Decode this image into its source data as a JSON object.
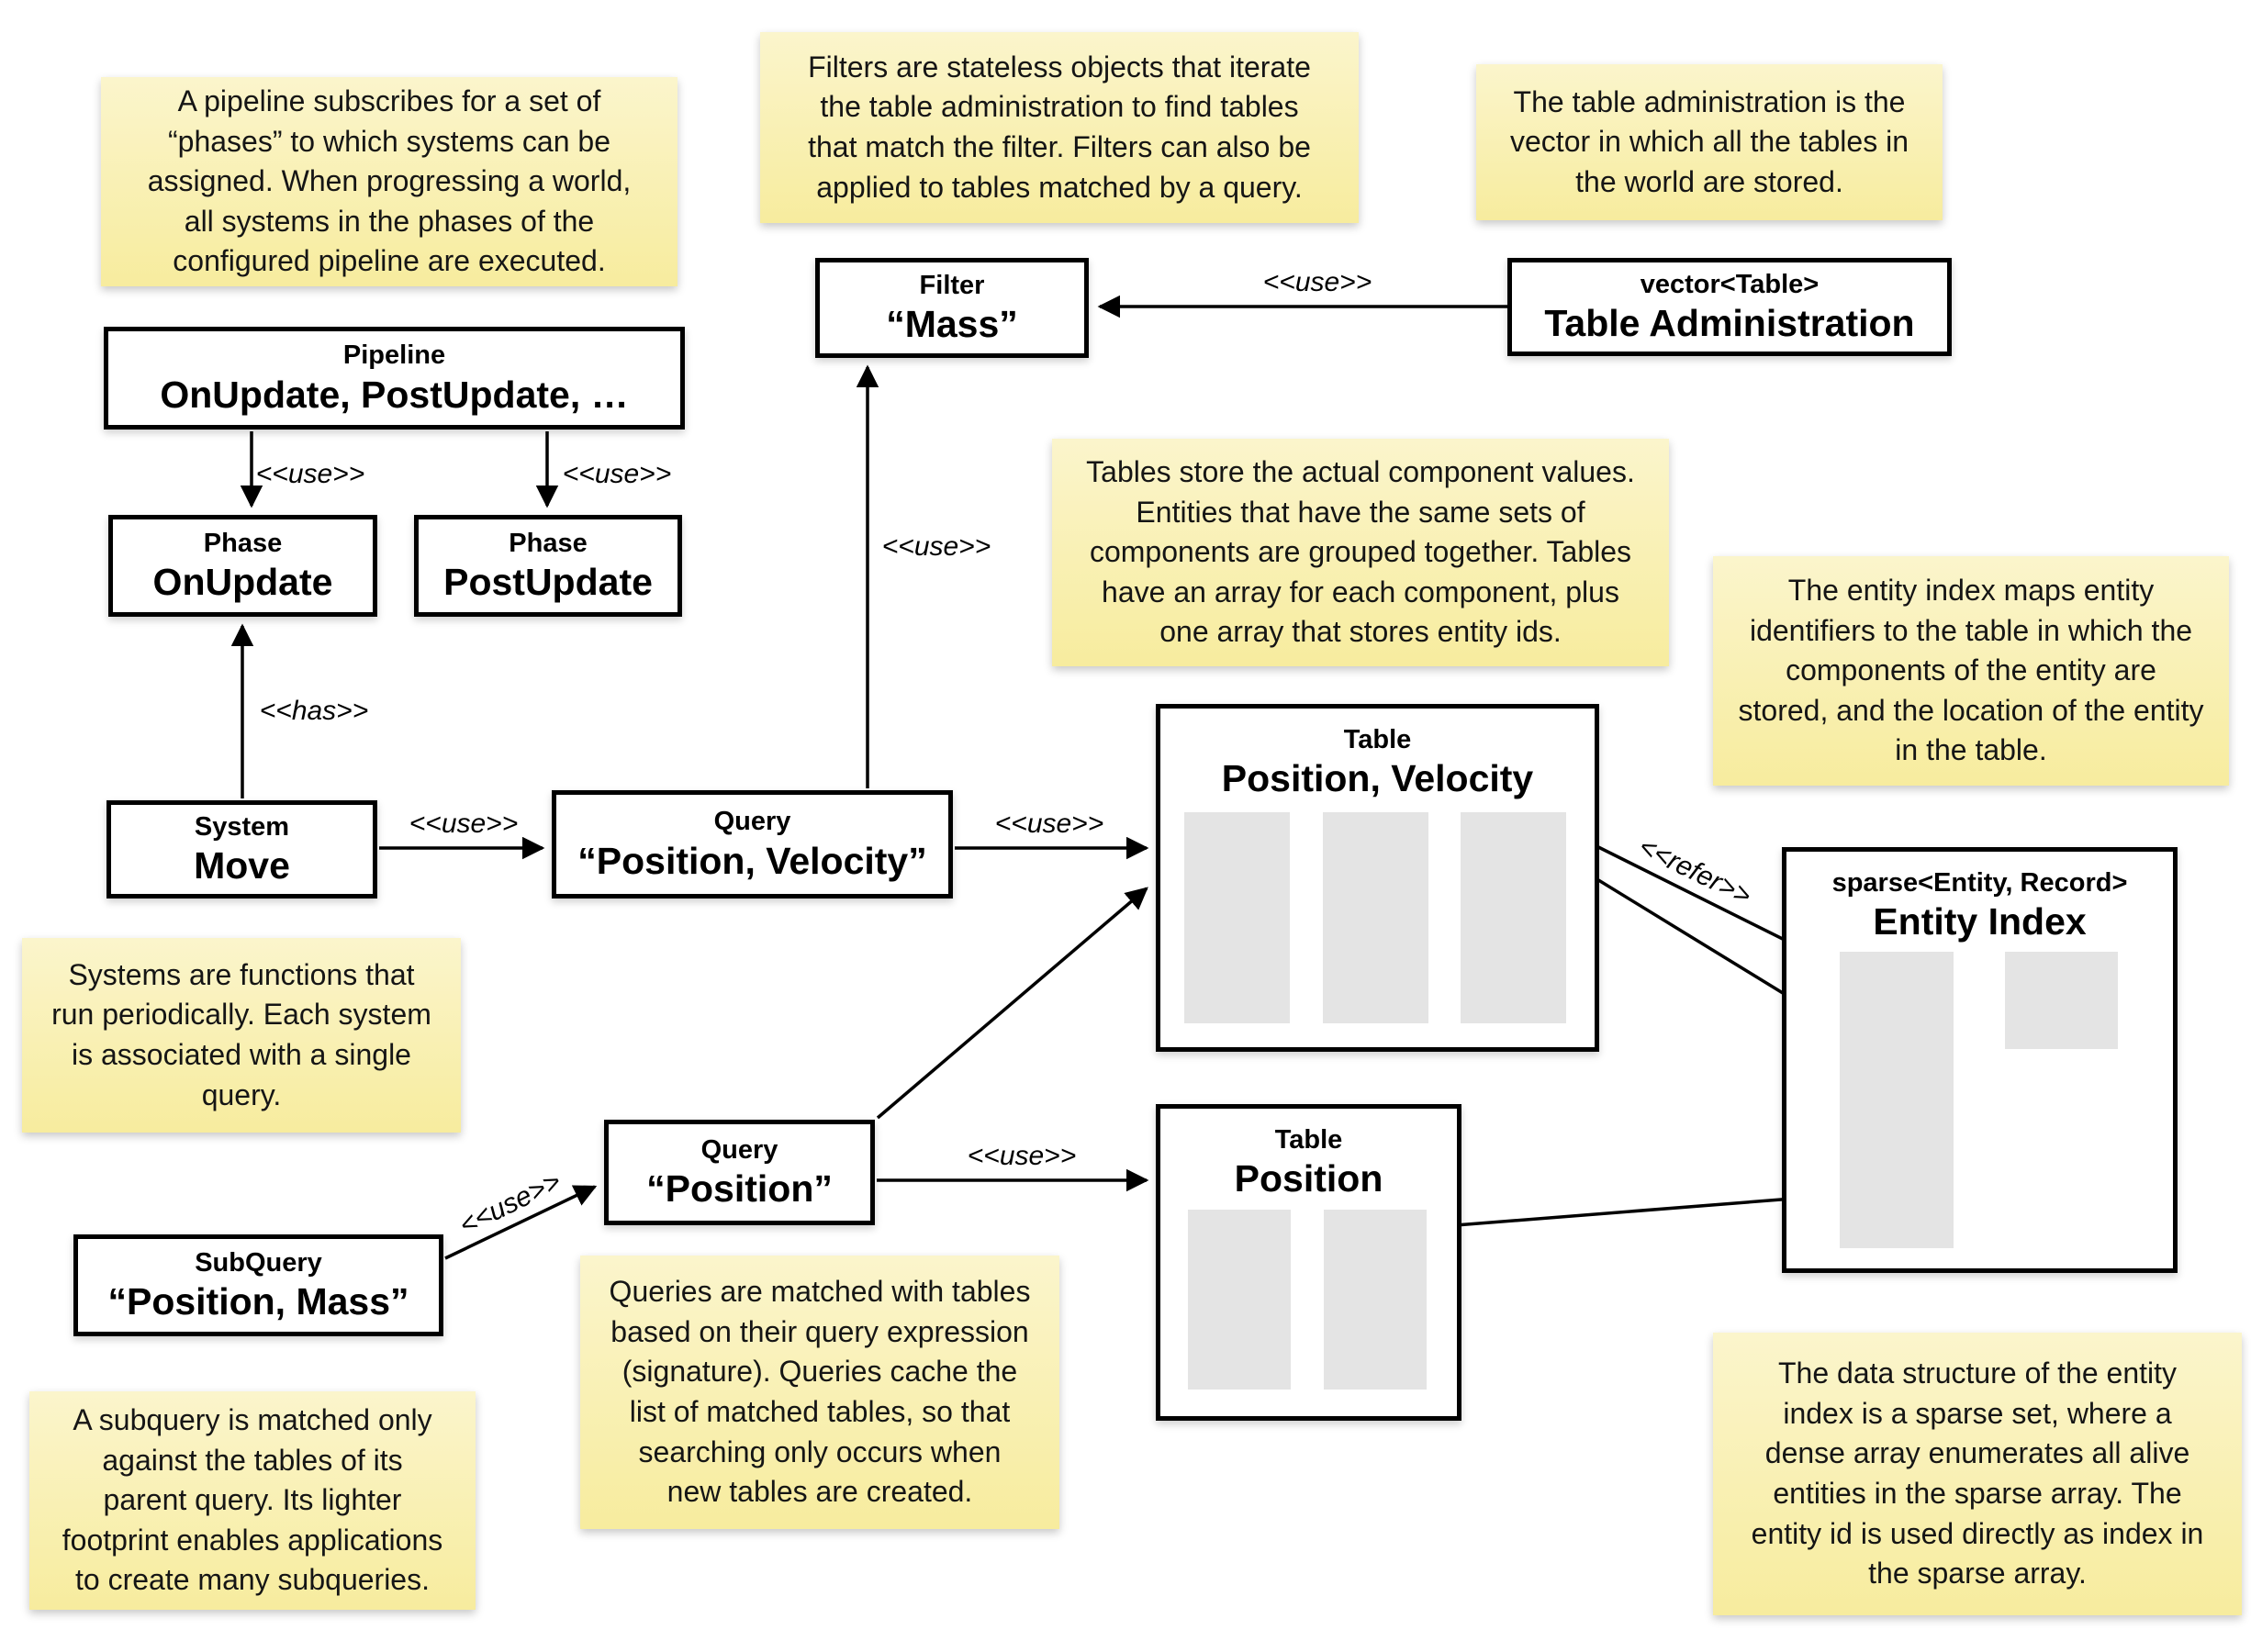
{
  "colors": {
    "note_yellow_top": "#FBF5CC",
    "note_yellow_bottom": "#F7EC9E",
    "array_gray": "#E4E4E4",
    "line_black": "#000000"
  },
  "edge_labels": {
    "use": "<<use>>",
    "has": "<<has>>",
    "refer": "<<refer>>"
  },
  "notes": {
    "pipeline": "A pipeline subscribes for a set of\n“phases” to which systems can be\nassigned. When progressing a world,\nall systems in the phases of the\nconfigured pipeline are executed.",
    "filters": "Filters are stateless objects that iterate\nthe table administration to find tables\nthat match the filter. Filters can also be\napplied to tables matched by a query.",
    "table_admin": "The table administration is the\nvector in which all the tables in\nthe world are stored.",
    "tables": "Tables store the actual component values.\nEntities that have the same sets of\ncomponents are grouped together. Tables\nhave an array for each component, plus\none array that stores entity ids.",
    "entity_index": "The entity index maps entity\nidentifiers to the table in which the\ncomponents of the entity are\nstored, and the location of the entity\nin the table.",
    "systems": "Systems are functions that\nrun periodically. Each system\nis associated with a single\nquery.",
    "queries": "Queries are matched with tables\nbased on their query expression\n(signature). Queries cache the\nlist of matched tables, so that\nsearching only occurs when\nnew tables are created.",
    "subquery": "A subquery is matched only\nagainst the tables of its\nparent query. Its lighter\nfootprint enables applications\nto create many subqueries.",
    "data_structure": "The data structure of the entity\nindex is a sparse set, where a\ndense array enumerates all alive\nentities in the sparse array. The\nentity id is used directly as index in\nthe sparse array."
  },
  "boxes": {
    "pipeline": {
      "title": "Pipeline",
      "name": "OnUpdate, PostUpdate, …"
    },
    "phase_onupdate": {
      "title": "Phase",
      "name": "OnUpdate"
    },
    "phase_postupdate": {
      "title": "Phase",
      "name": "PostUpdate"
    },
    "filter_mass": {
      "title": "Filter",
      "name": "“Mass”"
    },
    "table_admin": {
      "title": "vector<Table>",
      "name": "Table Administration"
    },
    "system_move": {
      "title": "System",
      "name": "Move"
    },
    "query_pv": {
      "title": "Query",
      "name": "“Position, Velocity”"
    },
    "query_p": {
      "title": "Query",
      "name": "“Position”"
    },
    "subquery": {
      "title": "SubQuery",
      "name": "“Position, Mass”"
    },
    "table_pv": {
      "title": "Table",
      "name": "Position, Velocity"
    },
    "table_p": {
      "title": "Table",
      "name": "Position"
    },
    "entity_index": {
      "title": "sparse<Entity, Record>",
      "name": "Entity Index"
    }
  }
}
